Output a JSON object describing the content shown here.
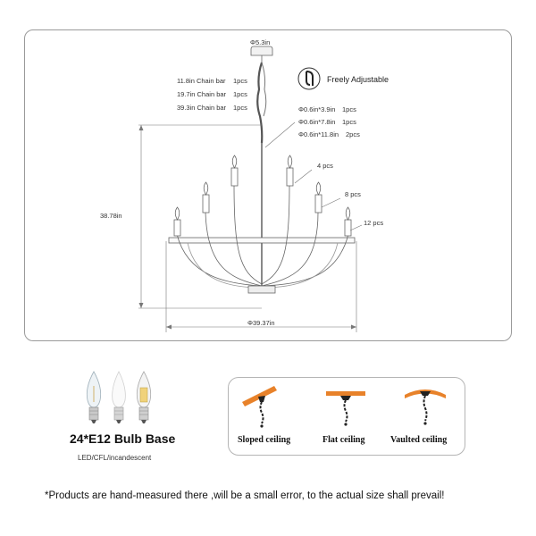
{
  "diagram": {
    "top_diameter": "Φ5.3in",
    "chain_bars": [
      {
        "name": "11.8in Chain bar",
        "qty": "1pcs"
      },
      {
        "name": "19.7in Chain bar",
        "qty": "1pcs"
      },
      {
        "name": "39.3in Chain bar",
        "qty": "1pcs"
      }
    ],
    "rods": [
      {
        "name": "Φ0.6in*3.9in",
        "qty": "1pcs"
      },
      {
        "name": "Φ0.6in*7.8in",
        "qty": "1pcs"
      },
      {
        "name": "Φ0.6in*11.8in",
        "qty": "2pcs"
      }
    ],
    "adjustable_label": "Freely Adjustable",
    "arm_counts": [
      "4 pcs",
      "8 pcs",
      "12 pcs"
    ],
    "height": "38.78in",
    "width": "Φ39.37in"
  },
  "bulbs": {
    "title": "24*E12 Bulb Base",
    "subtitle": "LED/CFL/incandescent"
  },
  "ceilings": {
    "types": [
      "Sloped ceiling",
      "Flat ceiling",
      "Vaulted ceiling"
    ],
    "accent": "#e8822a"
  },
  "footnote": "*Products are hand-measured there ,will be a small error, to the actual size shall prevail!"
}
